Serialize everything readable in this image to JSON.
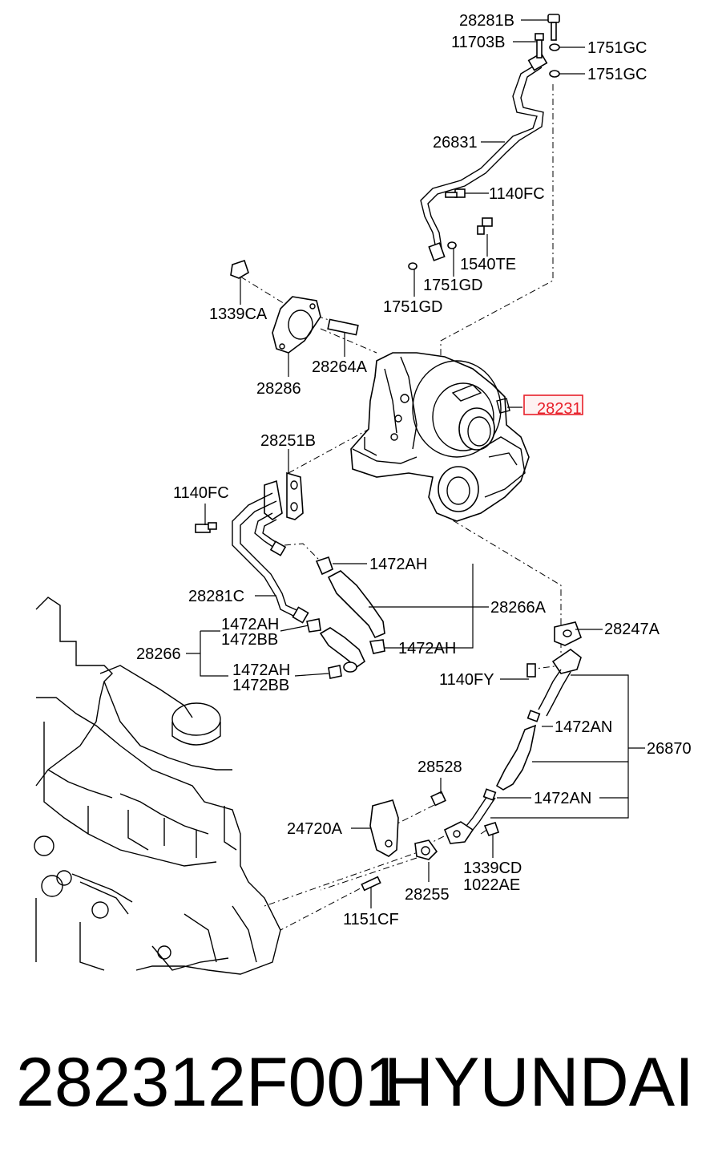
{
  "diagram": {
    "labels": {
      "l_28281B_top": "28281B",
      "l_11703B": "11703B",
      "l_1751GC_a": "1751GC",
      "l_1751GC_b": "1751GC",
      "l_26831": "26831",
      "l_1140FC_top": "1140FC",
      "l_1540TE": "1540TE",
      "l_1751GD_a": "1751GD",
      "l_1751GD_b": "1751GD",
      "l_1339CA": "1339CA",
      "l_28286": "28286",
      "l_28264A": "28264A",
      "l_28231": "28231",
      "l_28251B": "28251B",
      "l_1140FC_mid": "1140FC",
      "l_1472AH_a": "1472AH",
      "l_28281C": "28281C",
      "l_28266A": "28266A",
      "l_1472AH_b": "1472AH",
      "l_1472BB_a": "1472BB",
      "l_28266": "28266",
      "l_1472AH_c": "1472AH",
      "l_1472AH_d": "1472AH",
      "l_1472BB_b": "1472BB",
      "l_28247A": "28247A",
      "l_1140FY": "1140FY",
      "l_1472AN_a": "1472AN",
      "l_26870": "26870",
      "l_28528": "28528",
      "l_1472AN_b": "1472AN",
      "l_24720A": "24720A",
      "l_1339CD": "1339CD",
      "l_1022AE": "1022AE",
      "l_28255": "28255",
      "l_1151CF": "1151CF"
    },
    "highlight_color": "#e8202a"
  },
  "footer": {
    "part_number": "282312F001",
    "brand": "HYUNDAI"
  }
}
